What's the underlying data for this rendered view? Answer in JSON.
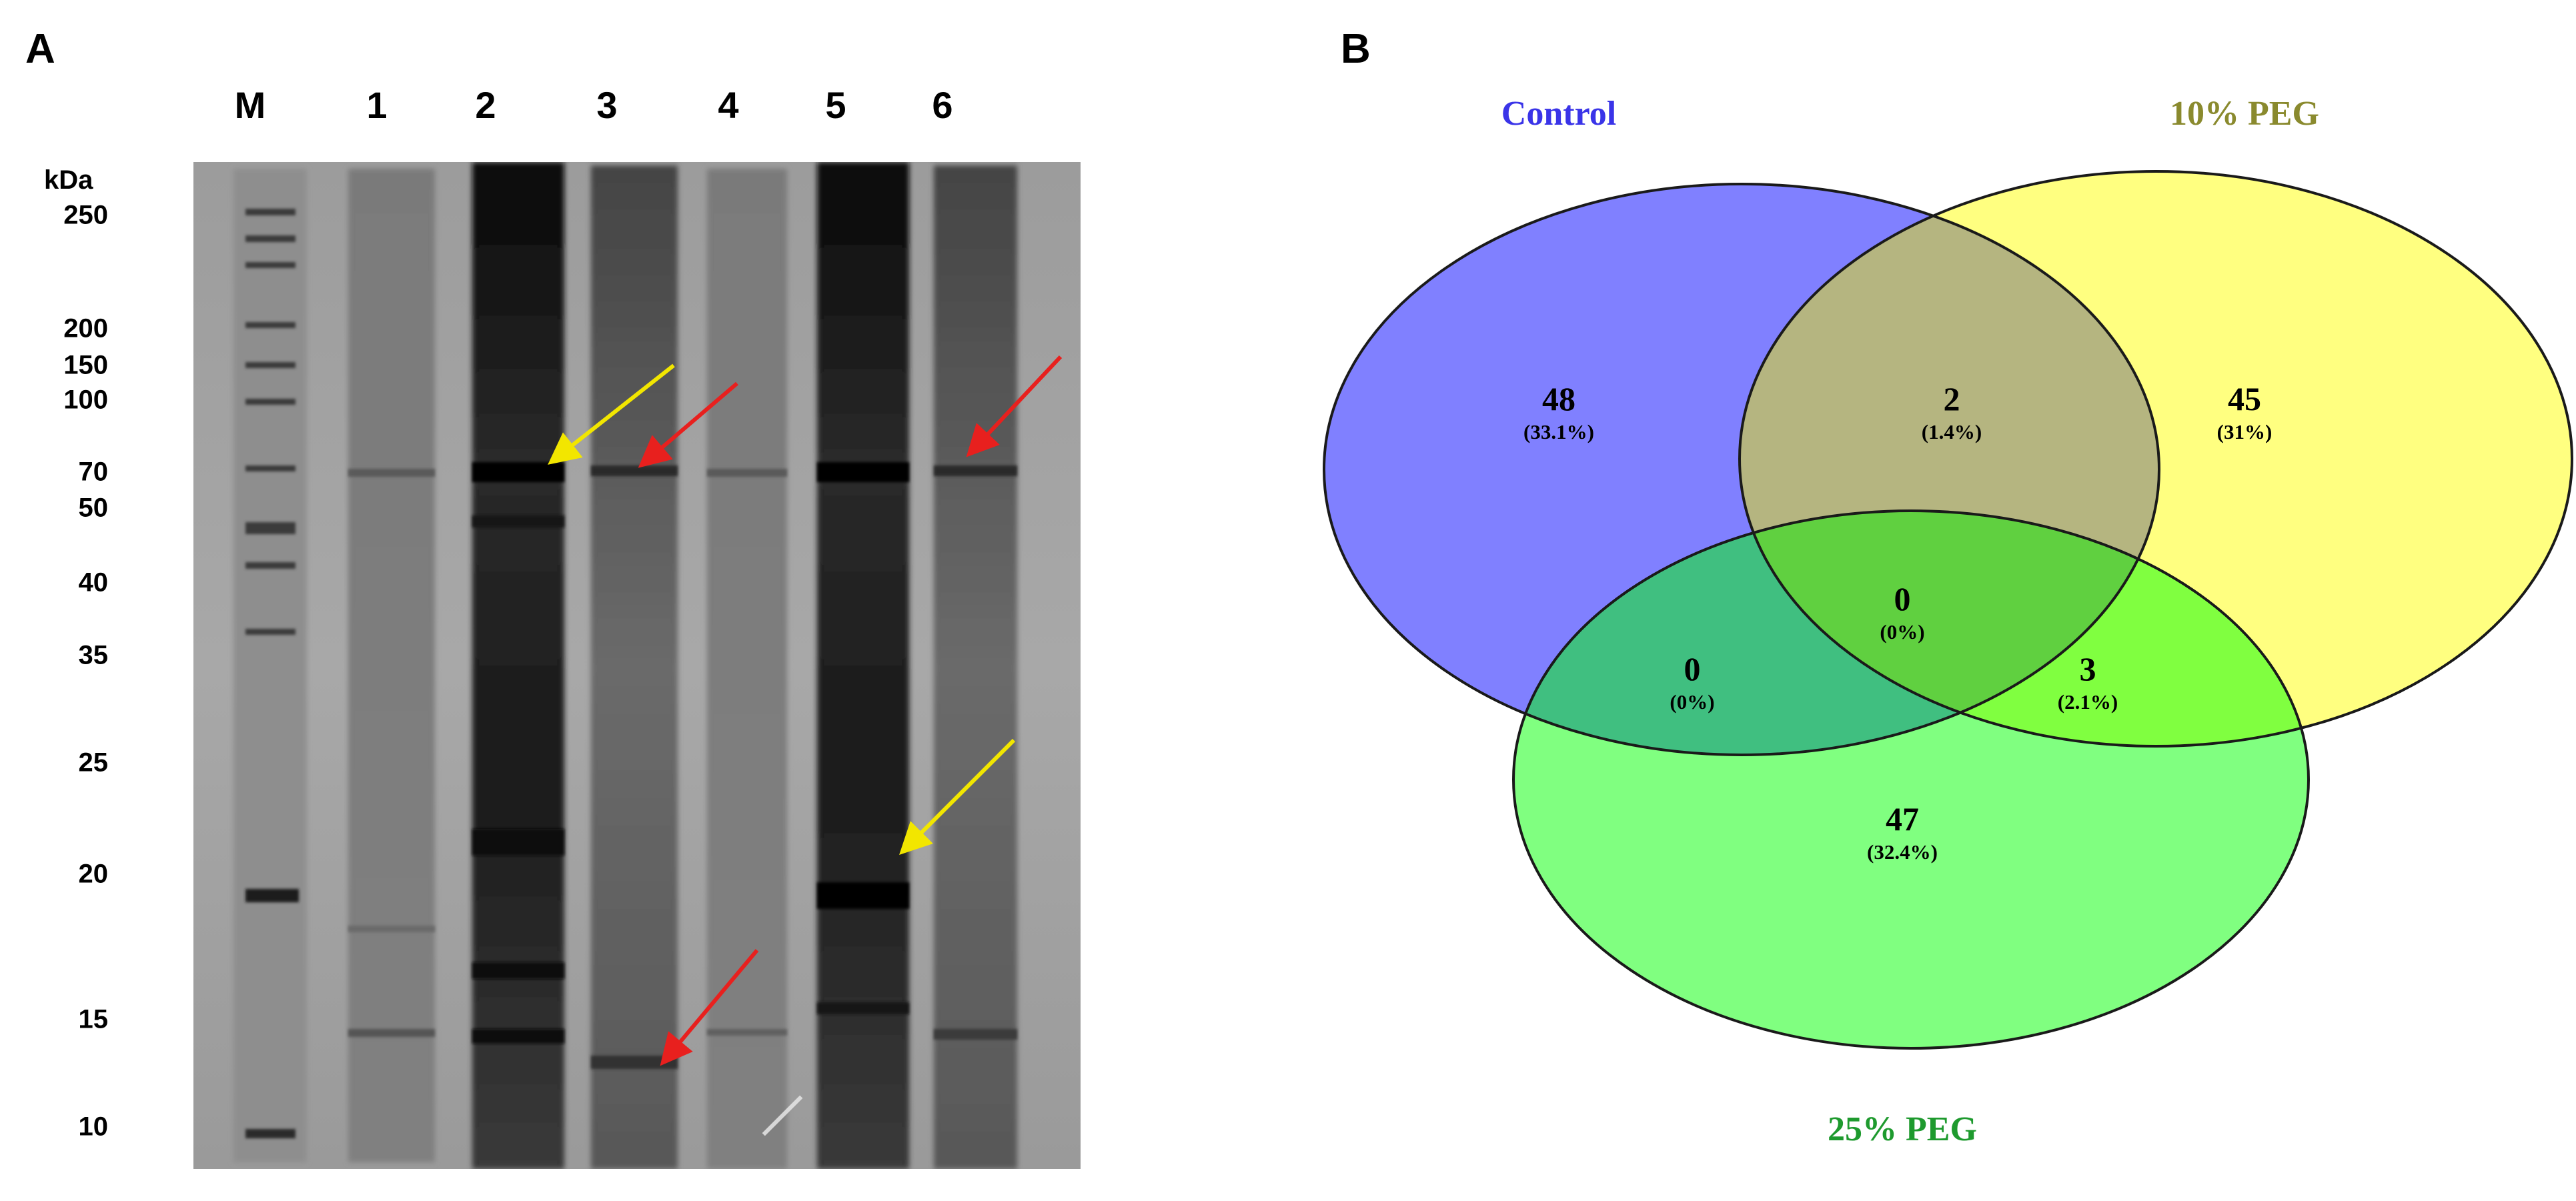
{
  "panels": {
    "a": "A",
    "b": "B"
  },
  "gel": {
    "unit_label": "kDa",
    "lanes": [
      "M",
      "1",
      "2",
      "3",
      "4",
      "5",
      "6"
    ],
    "markers": [
      "250",
      "200",
      "150",
      "100",
      "70",
      "50",
      "40",
      "35",
      "25",
      "20",
      "15",
      "10"
    ],
    "arrow_colors": {
      "yellow": "#f2e600",
      "red": "#e8201e"
    }
  },
  "venn": {
    "sets": [
      {
        "name": "Control",
        "color": "#3a34e8"
      },
      {
        "name": "10% PEG",
        "color": "#8a8a2e"
      },
      {
        "name": "25% PEG",
        "color": "#1e9a2e"
      }
    ],
    "fills": {
      "control": "#8080ff",
      "peg10": "#ffff80",
      "peg25": "#80ff80"
    },
    "regions": {
      "control_only": {
        "count": "48",
        "percent": "(33.1%)"
      },
      "control_peg10": {
        "count": "2",
        "percent": "(1.4%)"
      },
      "peg10_only": {
        "count": "45",
        "percent": "(31%)"
      },
      "all_three": {
        "count": "0",
        "percent": "(0%)"
      },
      "control_peg25": {
        "count": "0",
        "percent": "(0%)"
      },
      "peg10_peg25": {
        "count": "3",
        "percent": "(2.1%)"
      },
      "peg25_only": {
        "count": "47",
        "percent": "(32.4%)"
      }
    }
  }
}
